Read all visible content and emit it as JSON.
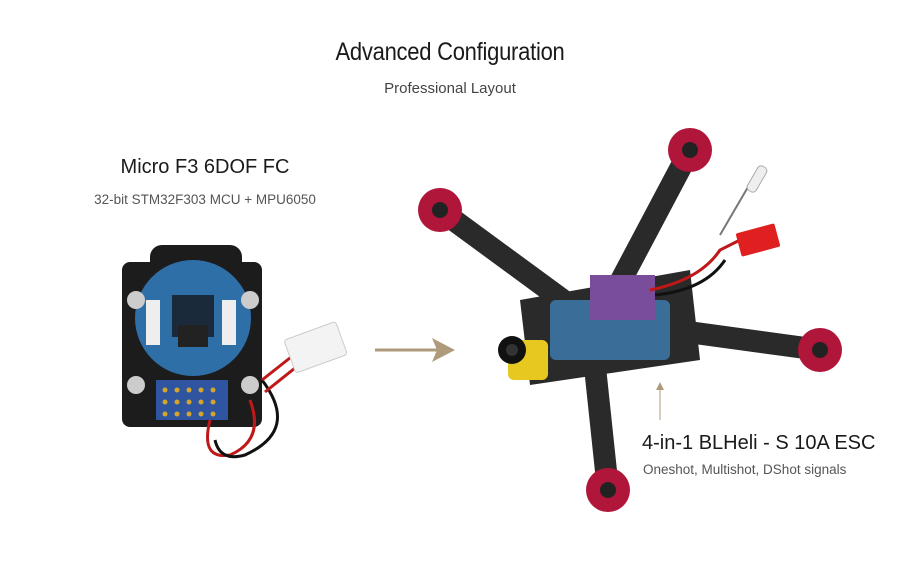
{
  "header": {
    "title": "Advanced Configuration",
    "subtitle": "Professional Layout"
  },
  "flight_controller": {
    "title": "Micro F3 6DOF FC",
    "description": "32-bit STM32F303 MCU + MPU6050"
  },
  "esc": {
    "title": "4-in-1 BLHeli - S 10A ESC",
    "description": "Oneshot, Multishot, DShot signals"
  },
  "colors": {
    "arrow": "#b09a7c",
    "pcb_blue": "#2f6fa8",
    "motor_red": "#b0163a",
    "frame": "#2a2a2a"
  }
}
